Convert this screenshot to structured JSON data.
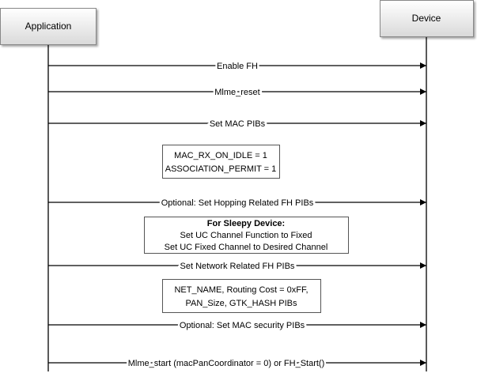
{
  "participants": {
    "application": "Application",
    "device": "Device"
  },
  "messages": [
    "Enable FH",
    "Mlme_reset",
    "Set MAC PIBs",
    "Optional: Set Hopping Related FH PIBs",
    "Set Network Related FH PIBs",
    "Optional: Set MAC security  PIBs",
    "Mlme_start (macPanCoordinator = 0) or FH_Start()"
  ],
  "notes": {
    "mac_rx": {
      "lines": [
        "MAC_RX_ON_IDLE = 1",
        "ASSOCIATION_PERMIT = 1"
      ]
    },
    "sleepy": {
      "title": "For Sleepy Device:",
      "lines": [
        "Set UC Channel Function to Fixed",
        "Set UC Fixed Channel to Desired Channel"
      ]
    },
    "net": {
      "lines": [
        "NET_NAME, Routing Cost = 0xFF,",
        "PAN_Size, GTK_HASH PIBs"
      ]
    }
  },
  "colors": {
    "line": "#000000",
    "box_fill": "#ffffff",
    "header_grad_top": "#ffffff",
    "header_grad_bottom": "#d9d9d9",
    "note_border": "#555555"
  }
}
